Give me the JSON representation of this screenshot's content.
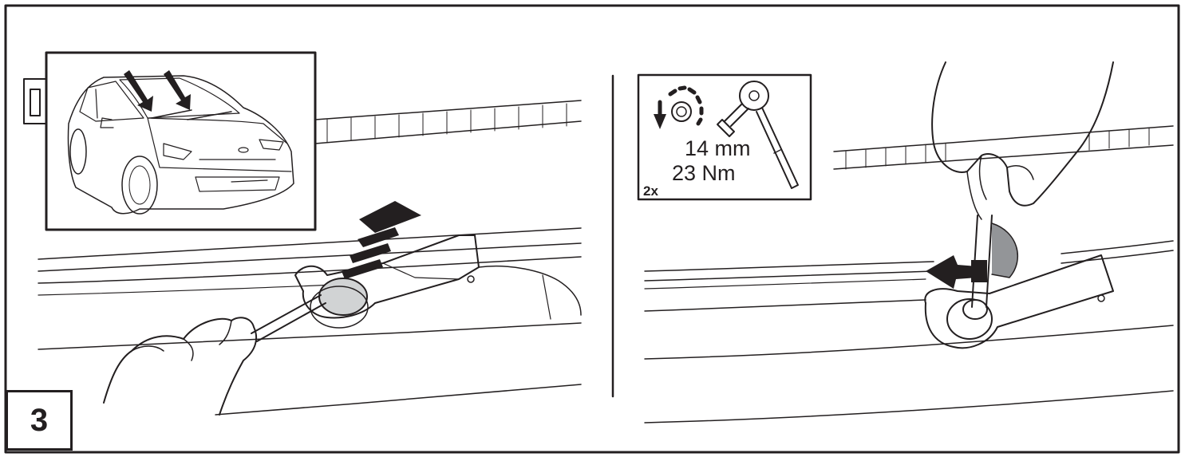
{
  "step": {
    "number": "3"
  },
  "tool_spec": {
    "socket_size": "14 mm",
    "torque": "23 Nm",
    "quantity": "2x",
    "icons": [
      "nut-loosen-icon",
      "ratchet-socket-icon"
    ]
  },
  "panels": [
    {
      "name": "left-panel",
      "shows": [
        "car-overview-inset",
        "wiper-arm-cap",
        "pry-tool",
        "hand",
        "lift-arrow"
      ]
    },
    {
      "name": "right-panel",
      "shows": [
        "tool-spec-box",
        "wiper-arm-nut",
        "socket-wrench",
        "hand",
        "rotate-arrow"
      ]
    }
  ]
}
